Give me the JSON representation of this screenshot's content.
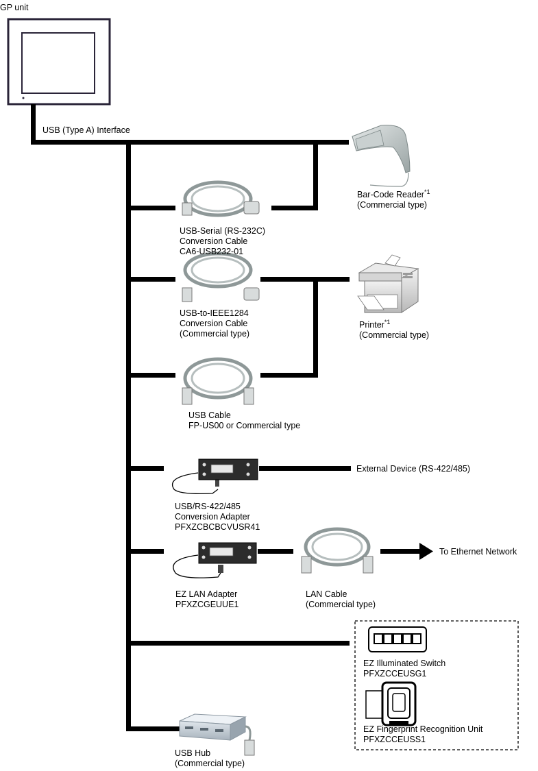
{
  "gp_unit": {
    "label": "GP unit"
  },
  "interface": {
    "label": "USB (Type A) Interface"
  },
  "devices": {
    "barcode": {
      "line1": "Bar-Code Reader",
      "note": "*1",
      "line2": "(Commercial type)"
    },
    "printer": {
      "line1": "Printer",
      "note": "*1",
      "line2": "(Commercial type)"
    },
    "external_device": {
      "label": "External Device (RS-422/485)"
    },
    "ethernet": {
      "label": "To Ethernet Network"
    },
    "lan_cable": {
      "line1": "LAN Cable",
      "line2": "(Commercial type)"
    },
    "illuminated_switch": {
      "line1": "EZ Illuminated Switch",
      "line2": "PFXZCCEUSG1"
    },
    "fingerprint": {
      "line1": "EZ Fingerprint Recognition Unit",
      "line2": "PFXZCCEUSS1"
    },
    "usb_hub": {
      "line1": "USB Hub",
      "line2": "(Commercial type)"
    }
  },
  "cables": {
    "usb_serial": {
      "line1": "USB-Serial (RS-232C)",
      "line2": "Conversion Cable",
      "line3": "CA6-USB232-01"
    },
    "usb_ieee1284": {
      "line1": "USB-to-IEEE1284",
      "line2": "Conversion Cable",
      "line3": "(Commercial type)"
    },
    "usb_cable": {
      "line1": "USB Cable",
      "line2": "FP-US00 or Commercial type"
    },
    "rs422_adapter": {
      "line1": "USB/RS-422/485",
      "line2": "Conversion Adapter",
      "line3": "PFXZCBCBCVUSR41"
    },
    "ez_lan": {
      "line1": "EZ LAN Adapter",
      "line2": "PFXZCGEUUE1"
    }
  }
}
